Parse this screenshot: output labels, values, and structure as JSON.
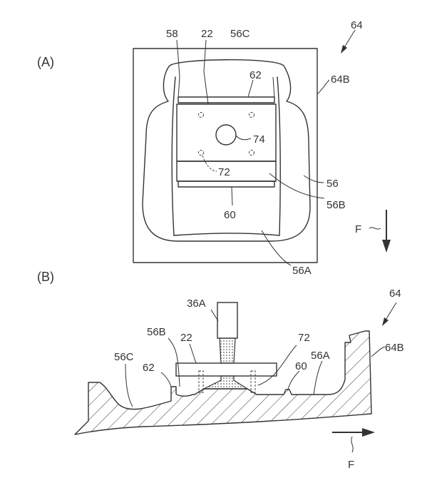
{
  "panel_a": {
    "title": "(A)",
    "labels": {
      "mold": "64",
      "mold_base": "64B",
      "l58": "58",
      "l22": "22",
      "l56c": "56C",
      "l62": "62",
      "l74": "74",
      "l72": "72",
      "l56": "56",
      "l56b": "56B",
      "l60": "60",
      "l56a": "56A",
      "direction": "F"
    }
  },
  "panel_b": {
    "title": "(B)",
    "labels": {
      "mold": "64",
      "nozzle": "36A",
      "l56b": "56B",
      "l22": "22",
      "l72": "72",
      "l56a": "56A",
      "mold_base": "64B",
      "l56c": "56C",
      "l62": "62",
      "l60": "60",
      "direction": "F"
    }
  }
}
